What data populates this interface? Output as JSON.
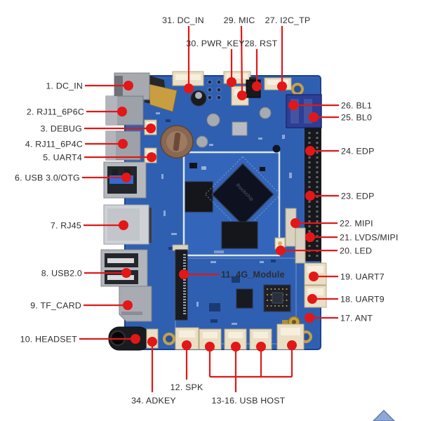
{
  "diagram": {
    "soc_text": "Rockchip",
    "annotation_color": "#e31717",
    "board_color": "#2f5fb1",
    "module_label": {
      "text": "11. 4G_Module",
      "color": "#e51a1a"
    }
  },
  "labels": {
    "left": [
      {
        "text": "1. DC_IN"
      },
      {
        "text": "2. RJ11_6P6C"
      },
      {
        "text": "3. DEBUG"
      },
      {
        "text": "4. RJ11_6P4C"
      },
      {
        "text": "5. UART4"
      },
      {
        "text": "6. USB 3.0/OTG"
      },
      {
        "text": "7. RJ45"
      },
      {
        "text": "8. USB2.0"
      },
      {
        "text": "9. TF_CARD"
      },
      {
        "text": "10. HEADSET"
      }
    ],
    "top": [
      {
        "text": "31. DC_IN"
      },
      {
        "text": "30. PWR_KEY"
      },
      {
        "text": "29. MIC"
      },
      {
        "text": "28. RST"
      },
      {
        "text": "27. I2C_TP"
      }
    ],
    "right": [
      {
        "text": "26. BL1"
      },
      {
        "text": "25. BL0"
      },
      {
        "text": "24. EDP"
      },
      {
        "text": "23. EDP"
      },
      {
        "text": "22. MIPI"
      },
      {
        "text": "21. LVDS/MIPI"
      },
      {
        "text": "20. LED"
      },
      {
        "text": "19. UART7"
      },
      {
        "text": "18. UART9"
      },
      {
        "text": "17. ANT"
      }
    ],
    "bottom": [
      {
        "text": "12. SPK"
      },
      {
        "text": "34. ADKEY"
      },
      {
        "text": "13-16. USB HOST"
      }
    ]
  }
}
